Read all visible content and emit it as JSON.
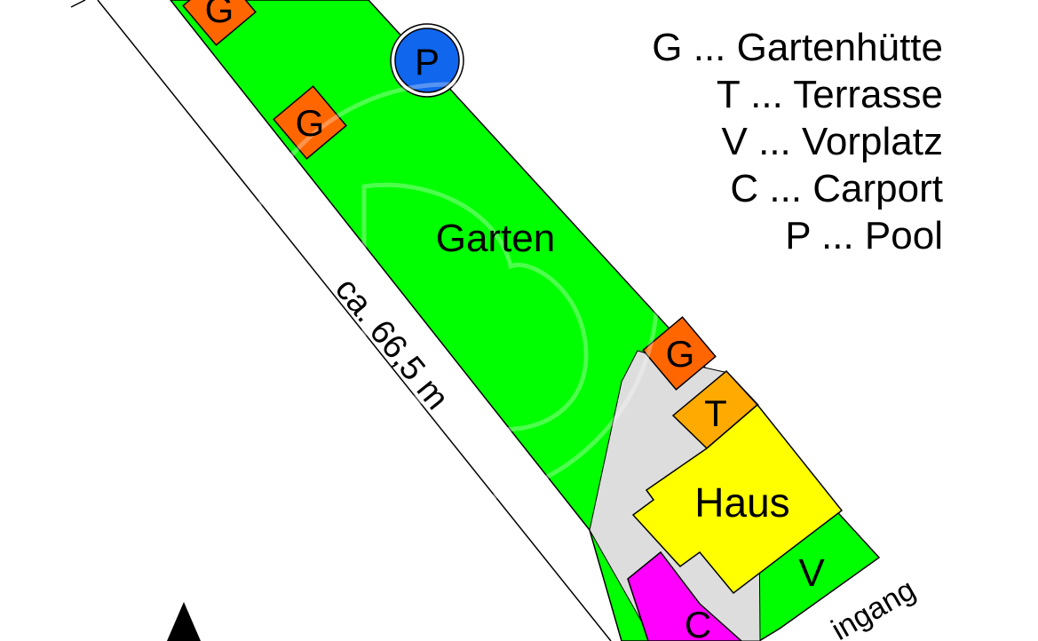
{
  "colors": {
    "garden": "#00ff00",
    "hut": "#ff6600",
    "terrace": "#ffaa00",
    "house": "#ffff00",
    "carport": "#ff00ff",
    "path": "#dddddd",
    "pool": "#1166ee",
    "outline": "#000000",
    "watermark": "#ffffff"
  },
  "legend": [
    "G ... Gartenhütte",
    "T ... Terrasse",
    "V ... Vorplatz",
    "C ... Carport",
    "P ... Pool"
  ],
  "areas": {
    "garden": "Garten",
    "house": "Haus",
    "forecourt": "V",
    "terrace": "T",
    "carport": "C",
    "pool": "P",
    "hut": "G"
  },
  "dimension": "ca. 66,5 m",
  "entrance": "ingang",
  "north_icon": "north-arrow-icon"
}
